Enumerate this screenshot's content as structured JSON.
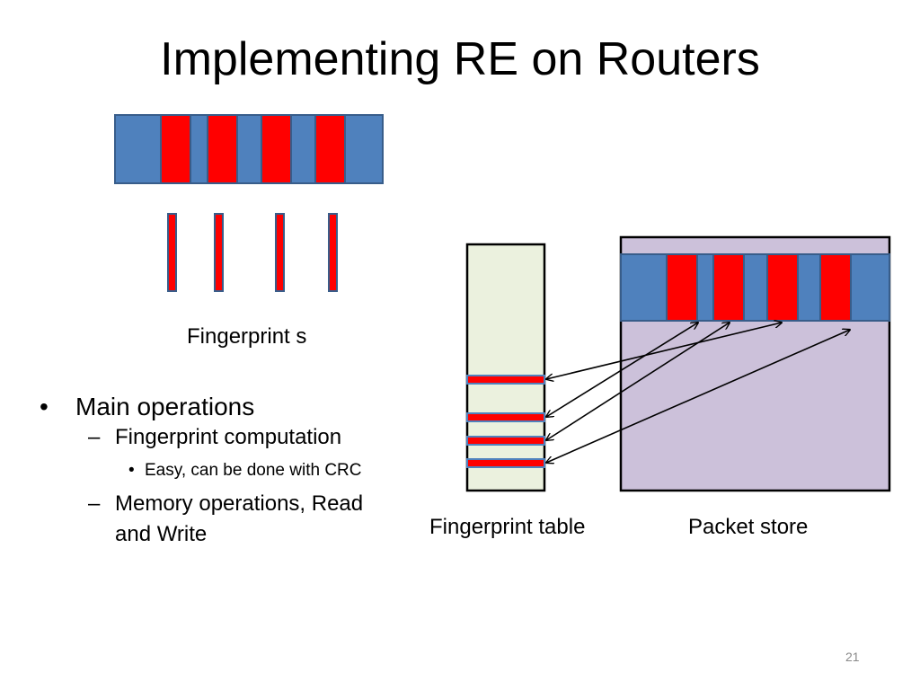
{
  "slide": {
    "title": "Implementing RE on Routers",
    "page_number": "21"
  },
  "diagram": {
    "fingerprints_label": "Fingerprint s",
    "fingerprint_table_label": "Fingerprint table",
    "packet_store_label": "Packet store",
    "colors": {
      "packet": "#4f81bd",
      "segment": "#ff0000",
      "table_fill": "#ebf1de",
      "store_fill": "#ccc1da",
      "outline": "#000000"
    }
  },
  "bullets": {
    "main": "Main operations",
    "sub1": "Fingerprint computation",
    "sub1_detail": "Easy, can be done with CRC",
    "sub2_line1": "Memory operations, Read",
    "sub2_line2": "and Write",
    "dash": "–"
  }
}
